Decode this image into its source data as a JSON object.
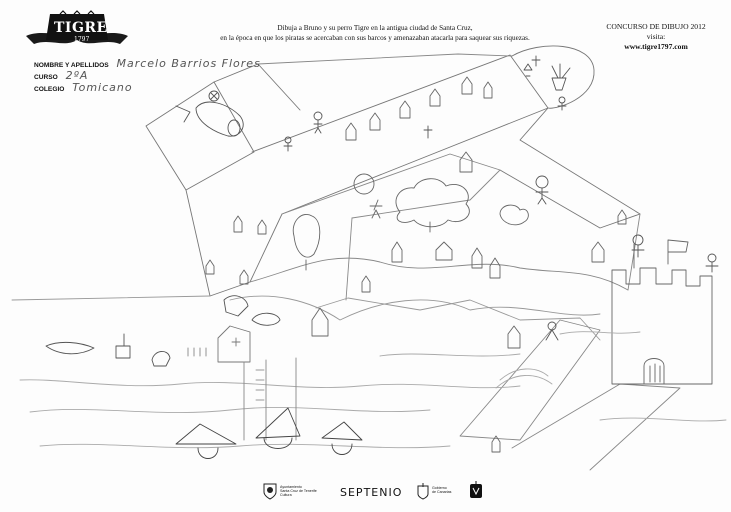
{
  "logo": {
    "name": "TIGRE",
    "year": "1797"
  },
  "instructions": {
    "line1": "Dibuja a Bruno y su perro Tigre en  la antigua ciudad de Santa Cruz,",
    "line2": "en la época en que los piratas se acercaban con sus barcos y amenazaban atacarla para saquear sus riquezas."
  },
  "contest": {
    "title": "CONCURSO DE DIBUJO  2012",
    "visit": "visita:",
    "url": "www.tigre1797.com"
  },
  "form": {
    "name_label": "NOMBRE Y APELLIDOS",
    "name_value": "Marcelo  Barrios  Flores",
    "course_label": "CURSO",
    "course_value": "2ºA",
    "school_label": "COLEGIO",
    "school_value": "Tomicano"
  },
  "sponsors": {
    "ayuntamiento": [
      "Ayuntamiento",
      "Santa Cruz de Tenerife",
      "Cultura"
    ],
    "septenio": "SEPTENIO",
    "gobierno": [
      "Gobierno",
      "de Canarias"
    ]
  }
}
